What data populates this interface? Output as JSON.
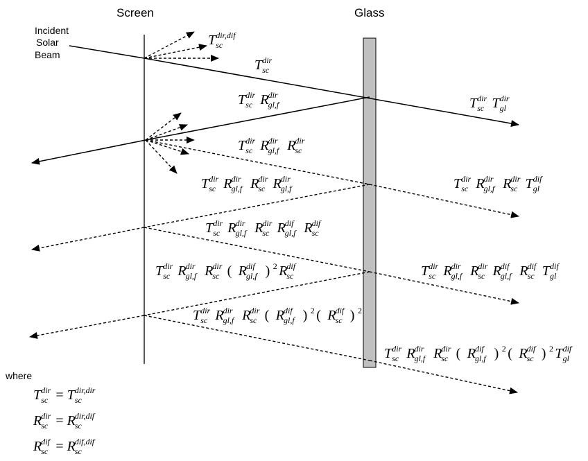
{
  "headers": {
    "screen": "Screen",
    "glass": "Glass"
  },
  "incident": {
    "line1": "Incident",
    "line2": "Solar",
    "line3": "Beam"
  },
  "where": "where",
  "colors": {
    "glass_fill": "#c0c0c0",
    "line": "#000000"
  },
  "equations": [
    {
      "id": "eq-t-sc-dir-dif",
      "tokens": [
        [
          "T",
          "sc",
          "dir,dif"
        ]
      ]
    },
    {
      "id": "eq-t-sc-dir",
      "tokens": [
        [
          "T",
          "sc",
          "dir"
        ]
      ]
    },
    {
      "id": "eq-tsc-tgl",
      "tokens": [
        [
          "T",
          "sc",
          "dir"
        ],
        [
          "T",
          "gl",
          "dir"
        ]
      ]
    },
    {
      "id": "eq-tsc-rglf",
      "tokens": [
        [
          "T",
          "sc",
          "dir"
        ],
        [
          "R",
          "gl,f",
          "dir"
        ]
      ]
    },
    {
      "id": "eq-tsc-rglf-rsc",
      "tokens": [
        [
          "T",
          "sc",
          "dir"
        ],
        [
          "R",
          "gl,f",
          "dir"
        ],
        [
          "R",
          "sc",
          "dir"
        ]
      ]
    },
    {
      "id": "eq-tsc-rglf-rsc-rglf",
      "tokens": [
        [
          "T",
          "sc",
          "dir"
        ],
        [
          "R",
          "gl,f",
          "dir"
        ],
        [
          "R",
          "sc",
          "dir"
        ],
        [
          "R",
          "gl,f",
          "dir"
        ]
      ]
    },
    {
      "id": "eq-tsc-rglf-rsc-tgl",
      "tokens": [
        [
          "T",
          "sc",
          "dir"
        ],
        [
          "R",
          "gl,f",
          "dir"
        ],
        [
          "R",
          "sc",
          "dir"
        ],
        [
          "T",
          "gl",
          "dif"
        ]
      ]
    },
    {
      "id": "eq-tsc-rglf-rsc-rglf-rsc",
      "tokens": [
        [
          "T",
          "sc",
          "dir"
        ],
        [
          "R",
          "gl,f",
          "dir"
        ],
        [
          "R",
          "sc",
          "dir"
        ],
        [
          "R",
          "gl,f",
          "dif"
        ],
        [
          "R",
          "sc",
          "dif"
        ]
      ]
    },
    {
      "id": "eq-tsc-rglf-rsc-rglf2-rsc",
      "tokens": [
        [
          "T",
          "sc",
          "dir"
        ],
        [
          "R",
          "gl,f",
          "dir"
        ],
        [
          "R",
          "sc",
          "dir"
        ],
        [
          "(",
          null,
          null
        ],
        [
          "R",
          "gl,f",
          "dif"
        ],
        [
          ")",
          "",
          "2"
        ],
        [
          "R",
          "sc",
          "dif"
        ]
      ]
    },
    {
      "id": "eq-tsc-rglf-rsc-rglf-rsc-tgl",
      "tokens": [
        [
          "T",
          "sc",
          "dir"
        ],
        [
          "R",
          "gl,f",
          "dir"
        ],
        [
          "R",
          "sc",
          "dir"
        ],
        [
          "R",
          "gl,f",
          "dif"
        ],
        [
          "R",
          "sc",
          "dif"
        ],
        [
          "T",
          "gl",
          "dif"
        ]
      ]
    },
    {
      "id": "eq-tsc-rglf-rsc-rglf2-rsc2",
      "tokens": [
        [
          "T",
          "sc",
          "dir"
        ],
        [
          "R",
          "gl,f",
          "dir"
        ],
        [
          "R",
          "sc",
          "dir"
        ],
        [
          "(",
          null,
          null
        ],
        [
          "R",
          "gl,f",
          "dif"
        ],
        [
          ")",
          "",
          "2"
        ],
        [
          "(",
          null,
          null
        ],
        [
          "R",
          "sc",
          "dif"
        ],
        [
          ")",
          "",
          "2"
        ]
      ]
    },
    {
      "id": "eq-tsc-rglf-rsc-rglf2-rsc2-tgl",
      "tokens": [
        [
          "T",
          "sc",
          "dir"
        ],
        [
          "R",
          "gl,f",
          "dir"
        ],
        [
          "R",
          "sc",
          "dir"
        ],
        [
          "(",
          null,
          null
        ],
        [
          "R",
          "gl,f",
          "dif"
        ],
        [
          ")",
          "",
          "2"
        ],
        [
          "(",
          null,
          null
        ],
        [
          "R",
          "sc",
          "dif"
        ],
        [
          ")",
          "",
          "2"
        ],
        [
          "T",
          "gl",
          "dif"
        ]
      ]
    },
    {
      "id": "def-t-sc-dir",
      "tokens": [
        [
          "T",
          "sc",
          "dir"
        ],
        [
          "=",
          null,
          null
        ],
        [
          "T",
          "sc",
          "dir,dir"
        ]
      ]
    },
    {
      "id": "def-r-sc-dir",
      "tokens": [
        [
          "R",
          "sc",
          "dir"
        ],
        [
          "=",
          null,
          null
        ],
        [
          "R",
          "sc",
          "dir,dif"
        ]
      ]
    },
    {
      "id": "def-r-sc-dif",
      "tokens": [
        [
          "R",
          "sc",
          "dif"
        ],
        [
          "=",
          null,
          null
        ],
        [
          "R",
          "sc",
          "dif,dif"
        ]
      ]
    }
  ]
}
